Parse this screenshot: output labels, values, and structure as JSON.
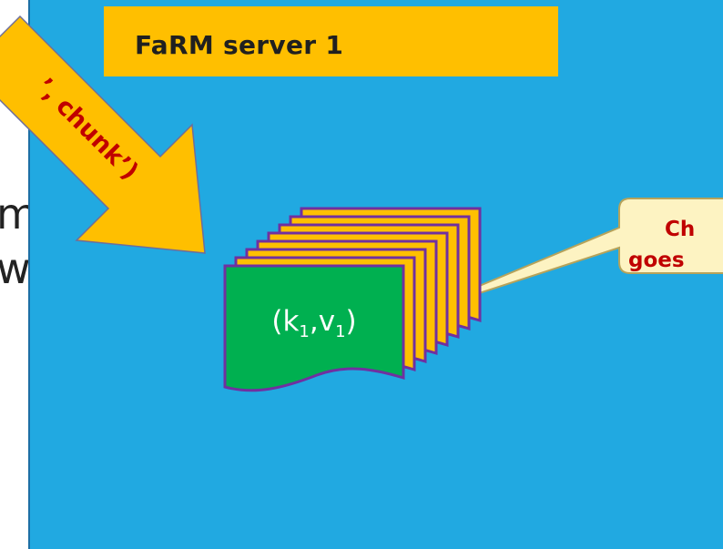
{
  "server": {
    "label": "FaRM server 1"
  },
  "arrow": {
    "text": "’, chunk’)"
  },
  "chunk": {
    "k": "k",
    "v": "v",
    "index": "1"
  },
  "callout": {
    "line1": "Ch",
    "line2": "goes"
  },
  "background_text": {
    "line1": "m",
    "line2": "w"
  },
  "colors": {
    "server_bg": "#21a9e1",
    "label_bg": "#ffbf00",
    "arrow_fill": "#ffbf00",
    "arrow_text": "#c00000",
    "page_fill": "#ffc000",
    "page_border": "#7030a0",
    "front_page_fill": "#00b050",
    "callout_fill": "#fdf3c2",
    "callout_text": "#c00000"
  }
}
